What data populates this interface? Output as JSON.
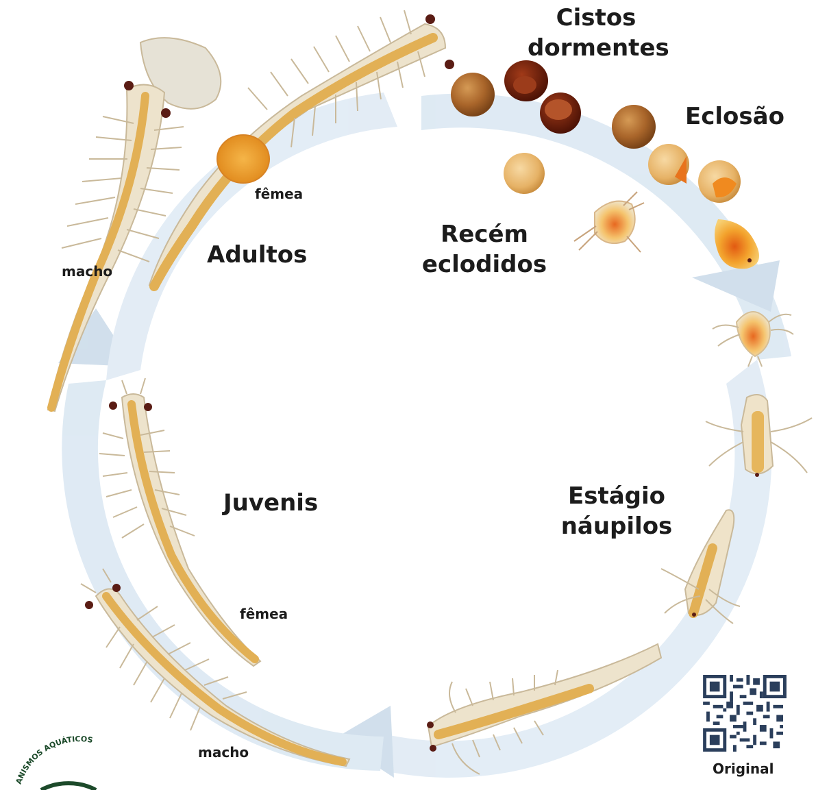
{
  "labels": {
    "cysts_line1": "Cistos",
    "cysts_line2": "dormentes",
    "hatching": "Eclosão",
    "newly_hatched_line1": "Recém",
    "newly_hatched_line2": "eclodidos",
    "adults": "Adultos",
    "juveniles": "Juvenis",
    "nauplius_line1": "Estágio",
    "nauplius_line2": "náupilos",
    "adult_female": "fêmea",
    "adult_male": "macho",
    "juvenile_female": "fêmea",
    "juvenile_male": "macho",
    "qr_caption": "Original",
    "logo_arc_text": "ANISMOS AQUÁTICOS"
  },
  "colors": {
    "cycle_arrow": "#d6e4f0",
    "body": "#ece3cc",
    "body_outline": "#b8ad94",
    "gut": "#e3b457",
    "eye": "#5a1c14",
    "egg_sac": "#e89a2a",
    "dormant_cyst": "#b06f2c",
    "dark_cyst": "#6a1f0c",
    "hatching_cyst": "#e9b56a",
    "larva": "#f0a12a"
  }
}
